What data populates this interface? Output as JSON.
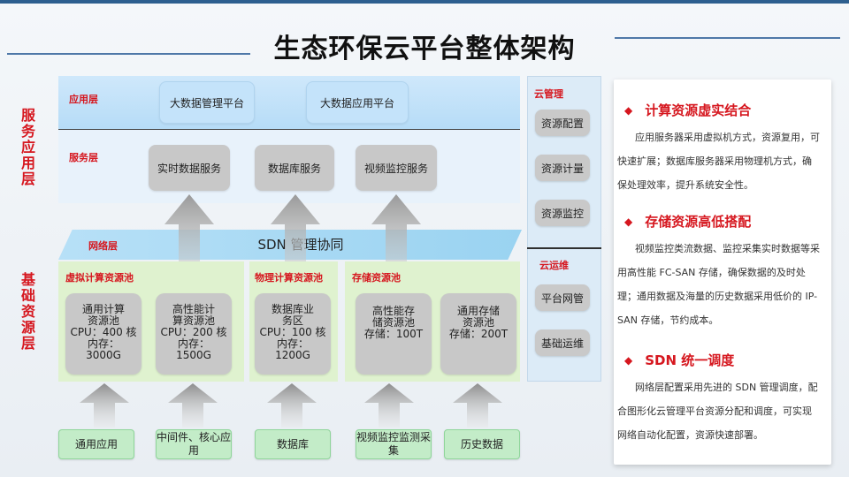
{
  "title": "生态环保云平台整体架构",
  "vertical_labels": {
    "top": "服务应用层",
    "bottom": "基础资源层"
  },
  "app_layer": {
    "label": "应用层",
    "items": [
      "大数据管理平台",
      "大数据应用平台"
    ]
  },
  "service_layer": {
    "label": "服务层",
    "items": [
      "实时数据服务",
      "数据库服务",
      "视频监控服务"
    ]
  },
  "network_layer": {
    "label": "网络层",
    "center": "SDN 管理协同"
  },
  "pools": {
    "virtual": {
      "title": "虚拟计算资源池",
      "boxes": [
        {
          "name": "通用计算资源池",
          "cpu": "CPU：400 核",
          "mem_label": "内存：",
          "mem": "3000G"
        },
        {
          "name": "高性能计算资源池",
          "cpu": "CPU：200 核",
          "mem_label": "内存：",
          "mem": "1500G"
        }
      ]
    },
    "physical": {
      "title": "物理计算资源池",
      "boxes": [
        {
          "name": "数据库业务区",
          "cpu": "CPU：100 核",
          "mem_label": "内存：",
          "mem": "1200G"
        }
      ]
    },
    "storage": {
      "title": "存储资源池",
      "boxes": [
        {
          "name": "高性能存储资源池",
          "cap": "存储：100T"
        },
        {
          "name": "通用存储资源池",
          "cap": "存储：200T"
        }
      ]
    }
  },
  "sources": [
    "通用应用",
    "中间件、核心应用",
    "数据库",
    "视频监控监测采集",
    "历史数据"
  ],
  "right_panel": {
    "cloud_mgmt": {
      "label": "云管理",
      "items": [
        "资源配置",
        "资源计量",
        "资源监控"
      ]
    },
    "cloud_ops": {
      "label": "云运维",
      "items": [
        "平台网管",
        "基础运维"
      ]
    }
  },
  "card": {
    "sections": [
      {
        "heading": "计算资源虚实结合",
        "body": "应用服务器采用虚拟机方式，资源复用，可快速扩展；数据库服务器采用物理机方式，确保处理效率，提升系统安全性。"
      },
      {
        "heading": "存储资源高低搭配",
        "body": "视频监控类流数据、监控采集实时数据等采用高性能 FC-SAN 存储，确保数据的及时处理；通用数据及海量的历史数据采用低价的 IP-SAN 存储，节约成本。"
      },
      {
        "heading": "SDN 统一调度",
        "body": "网络层配置采用先进的 SDN 管理调度，配合图形化云管理平台资源分配和调度，可实现网络自动化配置，资源快速部署。"
      }
    ],
    "bullet": "◆"
  },
  "colors": {
    "accent_red": "#d6171f",
    "title_line": "#4f78a8",
    "pool_green": "#dff2cf",
    "app_blue": "#c4e3fa"
  }
}
